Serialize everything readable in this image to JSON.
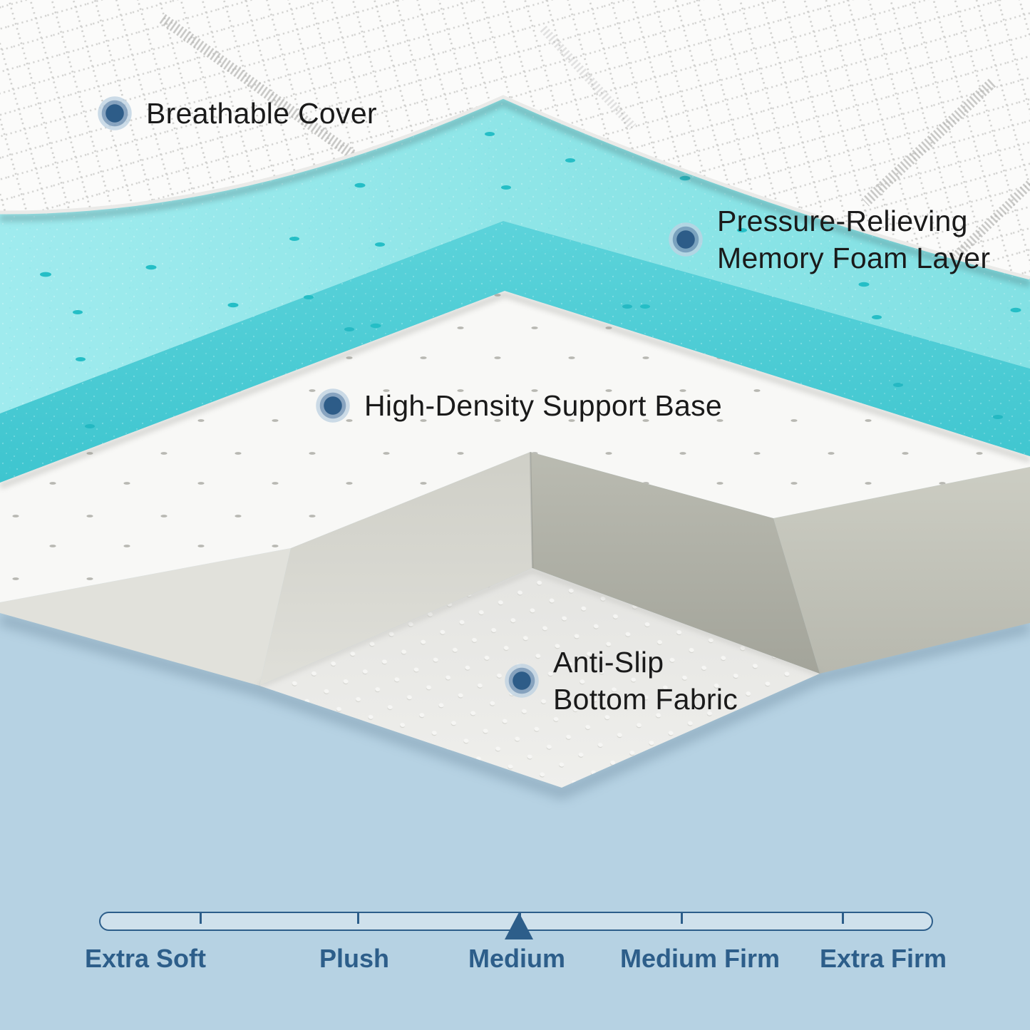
{
  "layers": [
    {
      "name": "breathable-cover",
      "label": "Breathable Cover"
    },
    {
      "name": "memory-foam",
      "label": "Pressure-Relieving",
      "label2": "Memory Foam Layer"
    },
    {
      "name": "support-base",
      "label": "High-Density Support Base"
    },
    {
      "name": "bottom-fabric",
      "label": "Anti-Slip",
      "label2": "Bottom Fabric"
    }
  ],
  "firmness": {
    "selected": "Medium",
    "selected_index": 2,
    "options": [
      {
        "label": "Extra Soft"
      },
      {
        "label": "Plush"
      },
      {
        "label": "Medium"
      },
      {
        "label": "Medium Firm"
      },
      {
        "label": "Extra Firm"
      }
    ]
  },
  "icons": {
    "layer_marker": "concentric-dot-marker",
    "firmness_indicator": "triangle-up"
  },
  "colors": {
    "background_blue": "#b6d2e3",
    "accent_blue": "#2d5e8a",
    "label_text": "#1a1a1a",
    "foam_teal_top": "#8ee5e7",
    "foam_teal_side": "#4cc9d2",
    "foam_hole_teal": "#25bec6",
    "cover_white": "#fbfbfa",
    "base_white": "#f8f8f6",
    "fabric_gray": "#e9e9e6"
  }
}
